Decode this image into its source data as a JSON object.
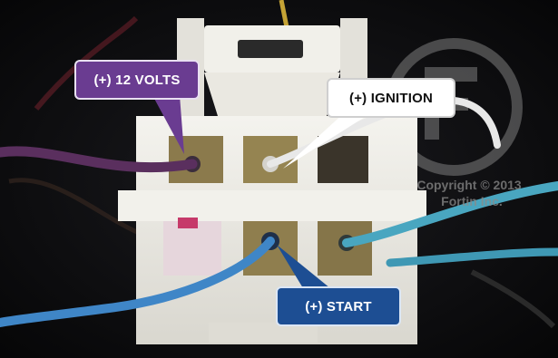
{
  "labels": {
    "twelve_volts": "(+) 12 VOLTS",
    "ignition": "(+) IGNITION",
    "start": "(+) START"
  },
  "watermark": {
    "copyright": "Copyright © 2013",
    "company": "Fortin Inc."
  },
  "colors": {
    "twelve_volts_label": "#6a3c91",
    "ignition_label": "#ffffff",
    "start_label": "#1d4e93",
    "purple_wire": "#5a2f5e",
    "white_wire": "#e8e8e8",
    "blue_wire": "#3f86c7",
    "connector_body": "#ecebe4"
  }
}
